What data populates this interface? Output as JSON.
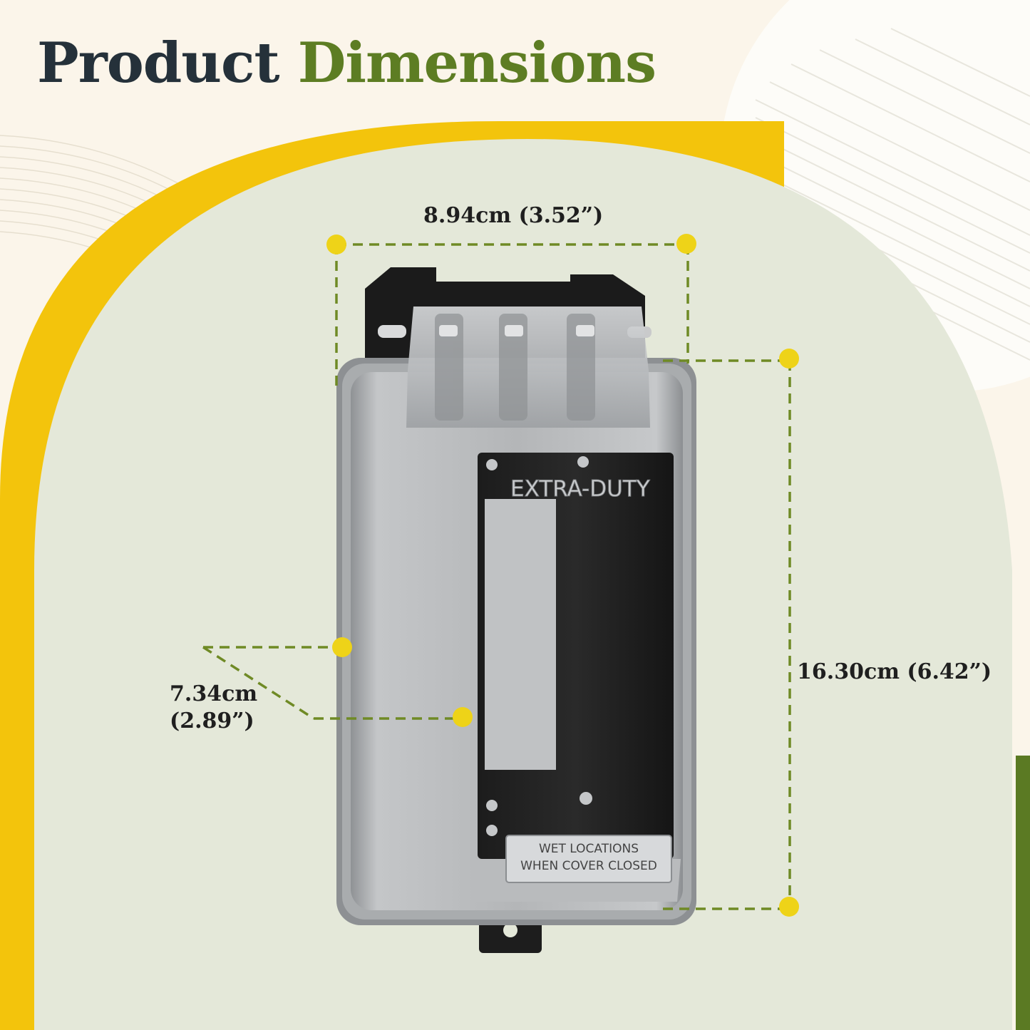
{
  "title": {
    "word1": "Product",
    "word2": "Dimensions"
  },
  "product": {
    "top_label": "EXTRA-DUTY",
    "bottom_label_line1": "WET LOCATIONS",
    "bottom_label_line2": "WHEN COVER CLOSED"
  },
  "dimensions": {
    "width": "8.94cm (3.52”)",
    "height": "16.30cm (6.42”)",
    "depth_line1": "7.34cm",
    "depth_line2": "(2.89”)"
  },
  "colors": {
    "background": "#fbf5ea",
    "panel": "#e4e8d9",
    "arch_accent": "#f3c40c",
    "dimension_line": "#6f8a25",
    "marker_dot": "#eed318",
    "title_dark": "#25313a",
    "title_green": "#5d7d23"
  }
}
